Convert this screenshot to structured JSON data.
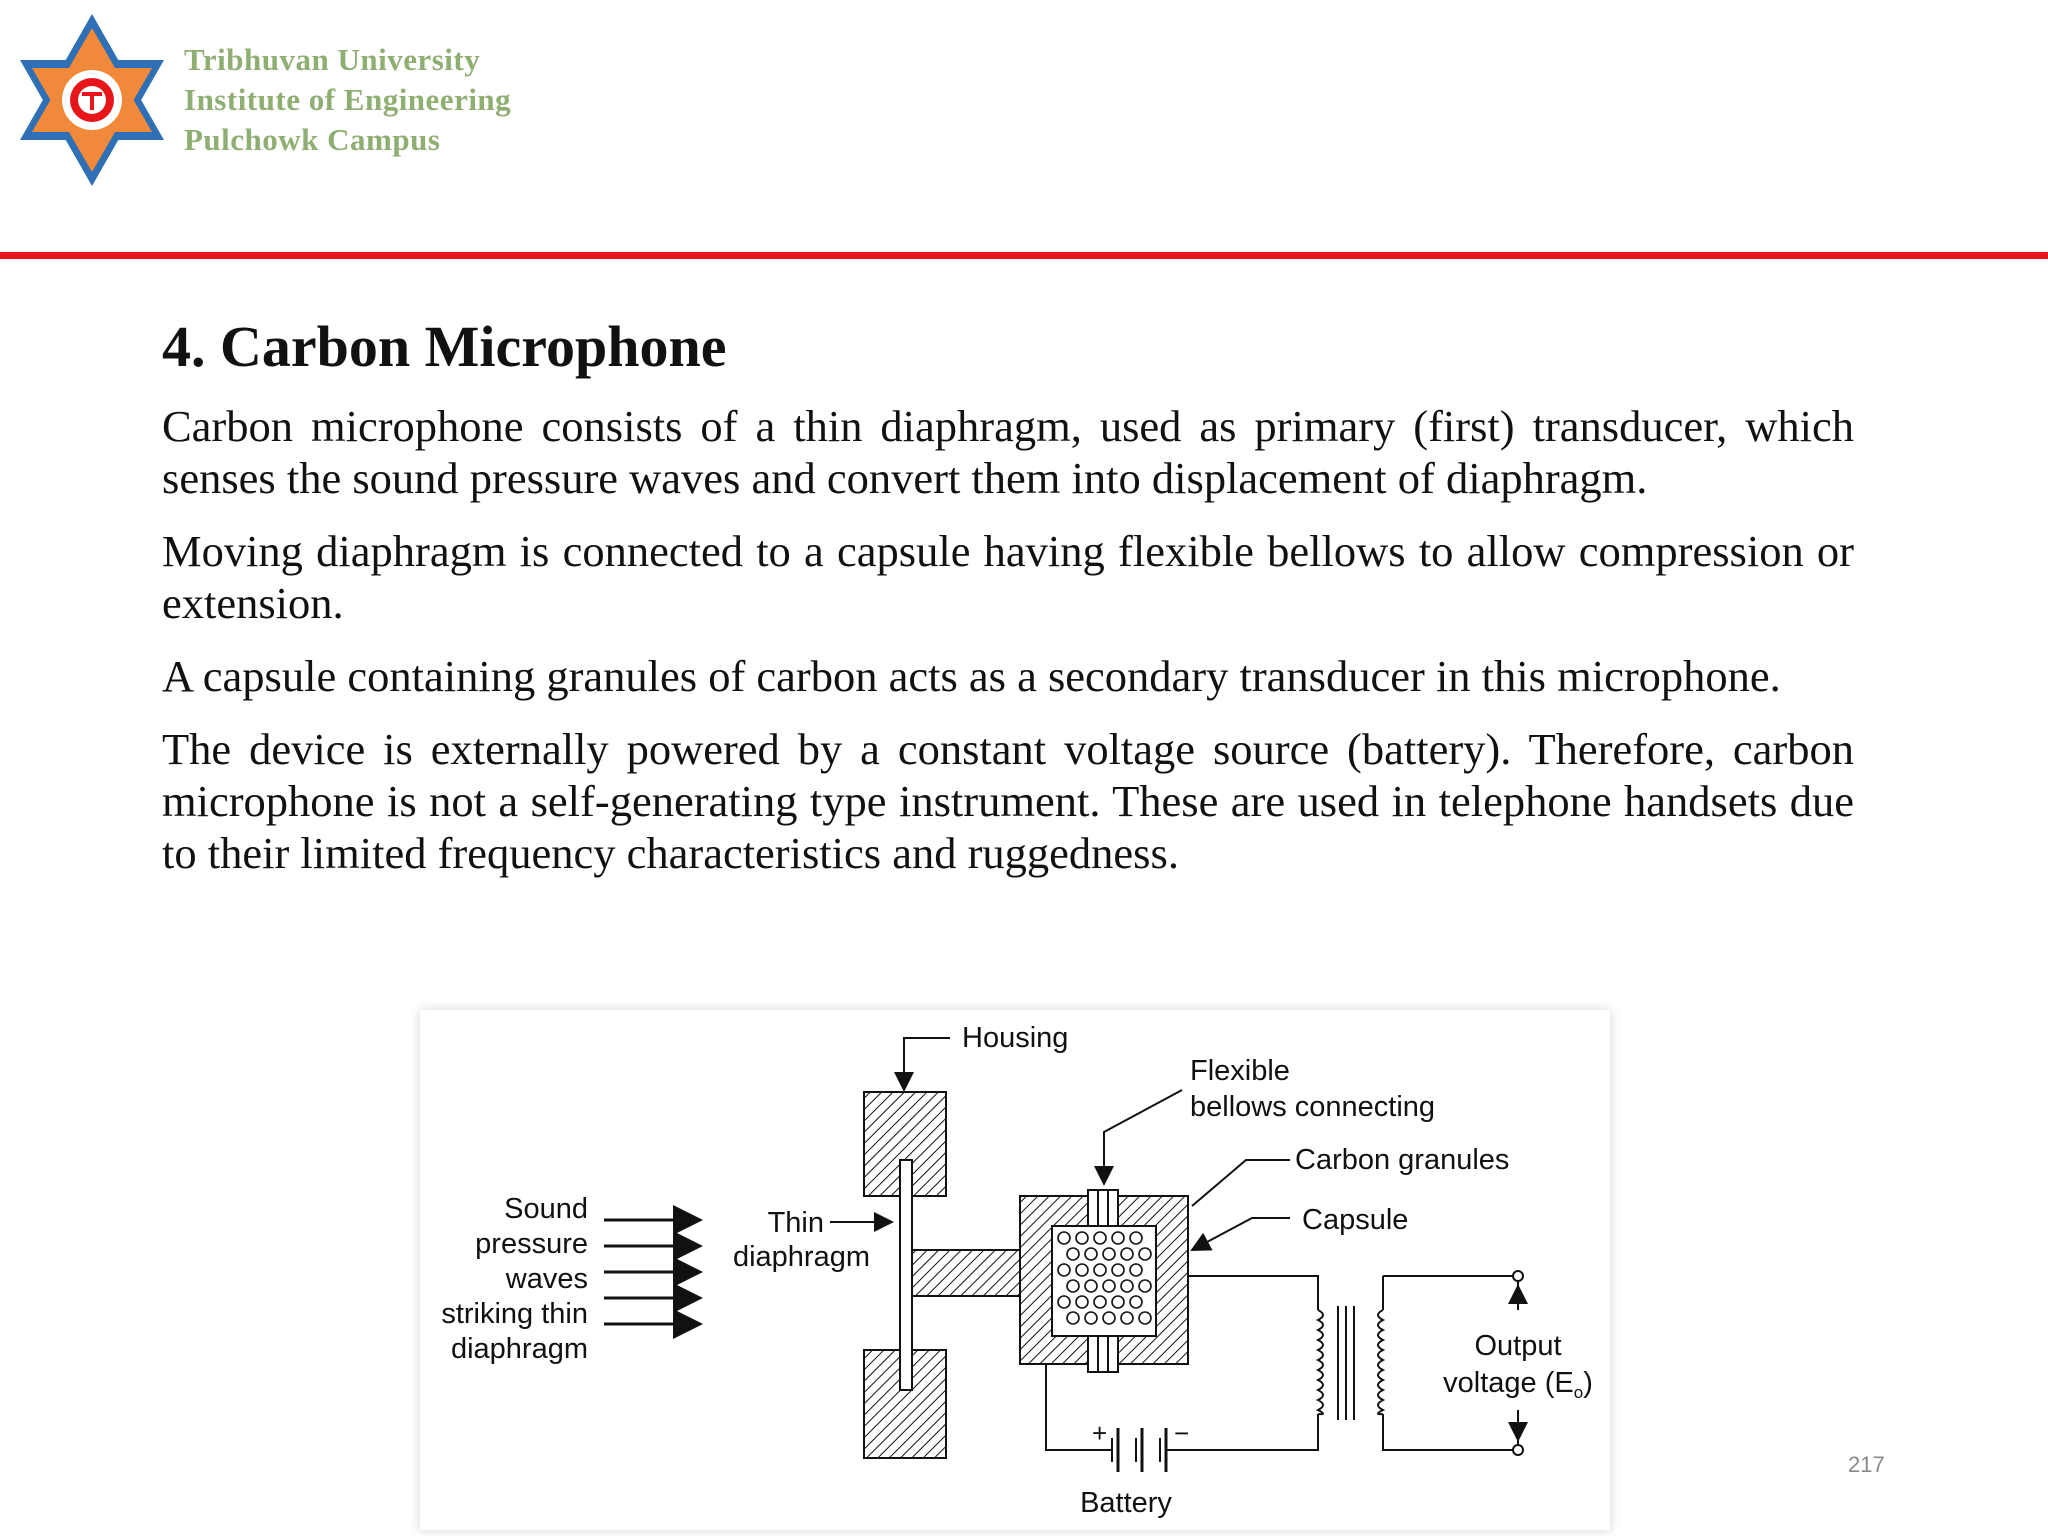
{
  "header": {
    "logo_icon": "tribhuvan-university-emblem",
    "institution_lines": [
      "Tribhuvan University",
      "Institute of Engineering",
      "Pulchowk Campus"
    ],
    "accent_color": "#e8161b",
    "logo_text_color": "#8fae72"
  },
  "slide": {
    "title": "4. Carbon Microphone",
    "paragraphs": [
      "Carbon microphone consists of a thin diaphragm, used as primary (first) transducer, which senses the sound pressure waves and convert them into displacement of diaphragm.",
      "Moving diaphragm is connected to a capsule having flexible bellows to allow compression or extension.",
      "A capsule containing granules of carbon acts as a secondary transducer in this microphone.",
      "The device is externally powered by a constant voltage source (battery). Therefore, carbon microphone is not a self-generating type instrument. These are used in telephone handsets due to their limited frequency characteristics and ruggedness."
    ],
    "page_number": "217"
  },
  "diagram": {
    "labels": {
      "housing": "Housing",
      "flexible": "Flexible",
      "bellows": "bellows connecting",
      "carbon_granules": "Carbon granules",
      "capsule": "Capsule",
      "sound": "Sound",
      "pressure": "pressure",
      "waves": "waves",
      "striking": "striking thin",
      "diaphragm_word": "diaphragm",
      "thin": "Thin",
      "diaphragm": "diaphragm",
      "output": "Output",
      "output_voltage": "voltage (E",
      "output_sub": "o",
      "output_close": ")",
      "battery": "Battery",
      "plus": "+",
      "minus": "−"
    }
  }
}
